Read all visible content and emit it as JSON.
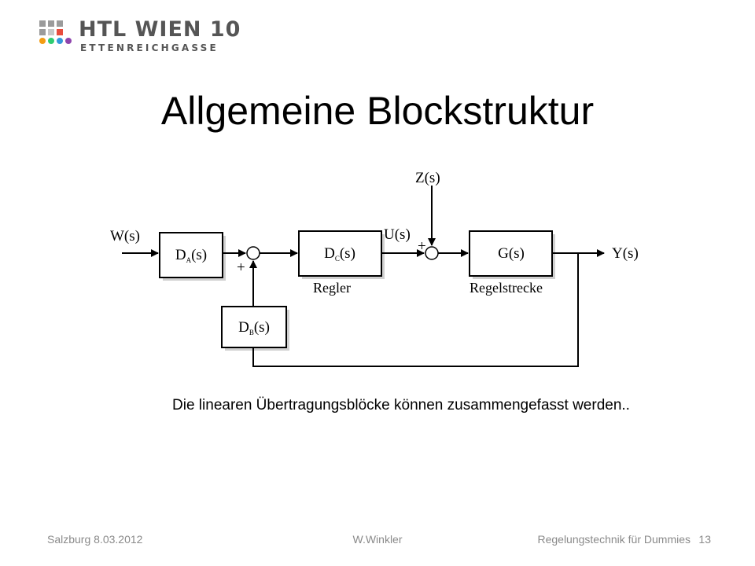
{
  "header": {
    "logo_title": "HTL WIEN 10",
    "logo_subtitle": "ETTENREICHGASSE",
    "logo_colors": [
      "#9b9b9b",
      "#c8c8c8",
      "#e84c3d",
      "#f39c12",
      "#2ecc71",
      "#3498db",
      "#8e44ad"
    ]
  },
  "slide": {
    "title": "Allgemeine Blockstruktur",
    "caption": "Die linearen Übertragungsblöcke können zusammengefasst werden.."
  },
  "diagram": {
    "input_signal": "W(s)",
    "disturbance_signal": "Z(s)",
    "control_signal": "U(s)",
    "output_signal": "Y(s)",
    "block_a": {
      "base": "D",
      "sub": "A",
      "suffix": "(s)"
    },
    "block_c": {
      "base": "D",
      "sub": "C",
      "suffix": "(s)"
    },
    "block_g": {
      "label": "G(s)"
    },
    "block_b": {
      "base": "D",
      "sub": "B",
      "suffix": "(s)"
    },
    "label_controller": "Regler",
    "label_plant": "Regelstrecke",
    "sum1_sign": "+",
    "sum2_sign": "+"
  },
  "footer": {
    "left": "Salzburg 8.03.2012",
    "center": "W.Winkler",
    "right": "Regelungstechnik für Dummies",
    "page": "13"
  }
}
